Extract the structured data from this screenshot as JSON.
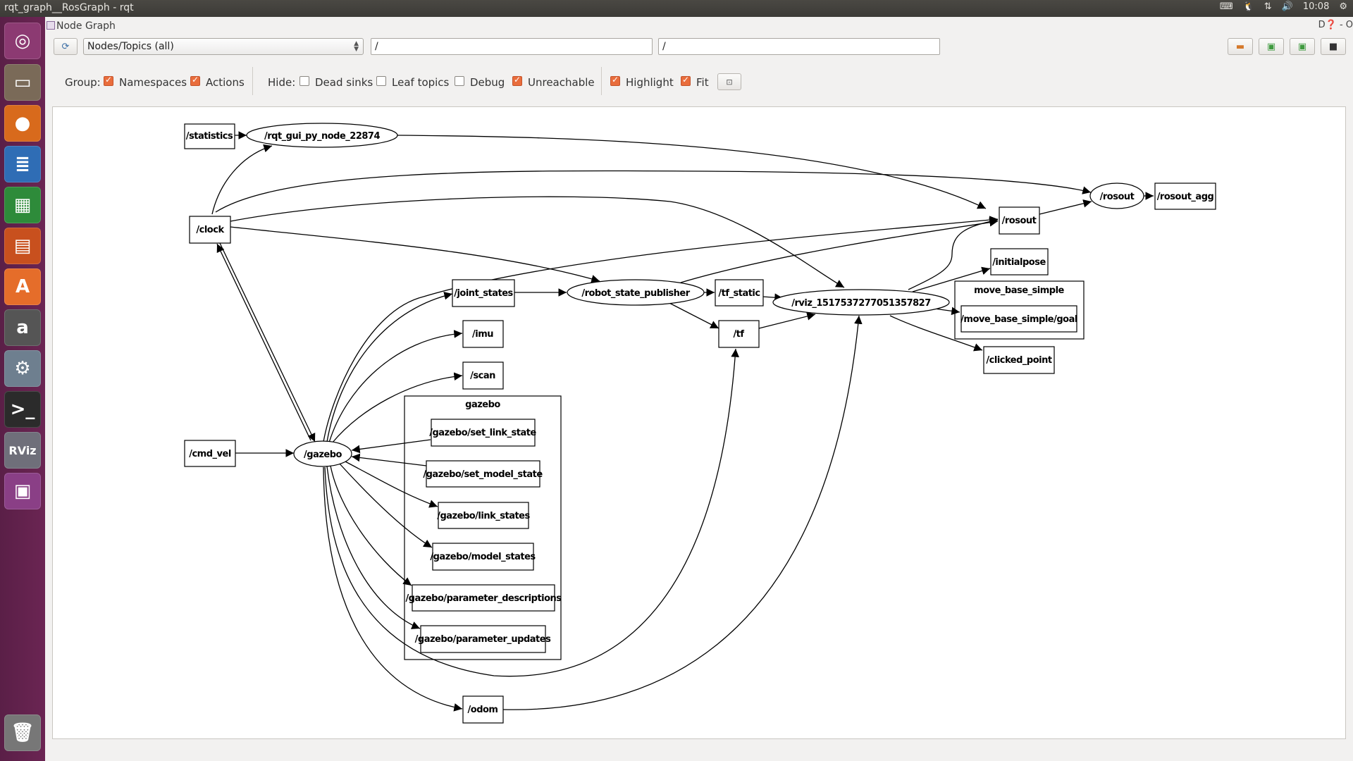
{
  "topbar": {
    "title": "rqt_graph__RosGraph - rqt",
    "time": "10:08"
  },
  "launcher": {
    "items": [
      {
        "name": "ubuntu-dash-icon",
        "glyph": "◎",
        "color": "#8c3a72"
      },
      {
        "name": "files-icon",
        "glyph": "▭",
        "color": "#7a6a58"
      },
      {
        "name": "firefox-icon",
        "glyph": "●",
        "color": "#d86a1c"
      },
      {
        "name": "writer-icon",
        "glyph": "≣",
        "color": "#2f6db5"
      },
      {
        "name": "calc-icon",
        "glyph": "▦",
        "color": "#2e8b3a"
      },
      {
        "name": "impress-icon",
        "glyph": "▤",
        "color": "#c8501e"
      },
      {
        "name": "software-center-icon",
        "glyph": "A",
        "color": "#e56d2a"
      },
      {
        "name": "amazon-icon",
        "glyph": "a",
        "color": "#555"
      },
      {
        "name": "settings-icon",
        "glyph": "⚙",
        "color": "#6e7f8f"
      },
      {
        "name": "terminal-icon",
        "glyph": ">_",
        "color": "#2b2b2b"
      },
      {
        "name": "rviz-icon",
        "glyph": "RViz",
        "color": "#6f6f7a"
      },
      {
        "name": "rqt-icon",
        "glyph": "▣",
        "color": "#8a3f86"
      },
      {
        "name": "trash-icon",
        "glyph": "🗑",
        "color": "#777"
      }
    ]
  },
  "window": {
    "title": "Node Graph",
    "controls": "D❓ - O"
  },
  "toolbar": {
    "refresh_icon": "⟳",
    "graph_type": "Nodes/Topics (all)",
    "ns_filter": "/",
    "topic_filter": "/"
  },
  "filters": {
    "group_label": "Group:",
    "namespaces": "Namespaces",
    "actions": "Actions",
    "hide_label": "Hide:",
    "dead_sinks": "Dead sinks",
    "leaf_topics": "Leaf topics",
    "debug": "Debug",
    "unreachable": "Unreachable",
    "highlight": "Highlight",
    "fit": "Fit"
  },
  "graph": {
    "nodes": {
      "statistics": "/statistics",
      "rqt_gui": "/rqt_gui_py_node_22874",
      "clock": "/clock",
      "cmd_vel": "/cmd_vel",
      "gazebo": "/gazebo",
      "joint_states": "/joint_states",
      "imu": "/imu",
      "scan": "/scan",
      "robot_state_publisher": "/robot_state_publisher",
      "tf_static": "/tf_static",
      "tf": "/tf",
      "rviz": "/rviz_1517537277051357827",
      "rosout_topic": "/rosout",
      "rosout_node": "/rosout",
      "rosout_agg": "/rosout_agg",
      "initialpose": "/initialpose",
      "move_base_goal": "/move_base_simple/goal",
      "clicked_point": "/clicked_point",
      "odom": "/odom",
      "set_link_state": "/gazebo/set_link_state",
      "set_model_state": "/gazebo/set_model_state",
      "link_states": "/gazebo/link_states",
      "model_states": "/gazebo/model_states",
      "parameter_descriptions": "/gazebo/parameter_descriptions",
      "parameter_updates": "/gazebo/parameter_updates"
    },
    "clusters": {
      "gazebo": "gazebo",
      "move_base_simple": "move_base_simple"
    }
  }
}
